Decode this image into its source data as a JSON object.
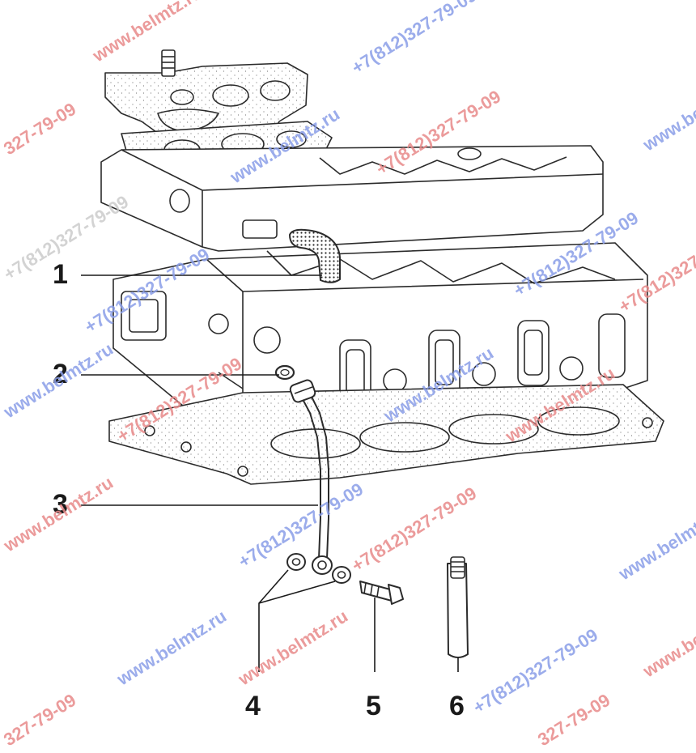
{
  "callouts": [
    "1",
    "2",
    "3",
    "4",
    "5",
    "6"
  ],
  "watermarks": {
    "site": "www.belmtz.ru",
    "phone": "+7(812)327-79-09",
    "phone_short": "327-79-09"
  },
  "colors": {
    "line": "#2b2b2b",
    "hatch": "#3a3a3a",
    "watermark_red": "#e88a8a",
    "watermark_blue": "#8a9ee8"
  }
}
